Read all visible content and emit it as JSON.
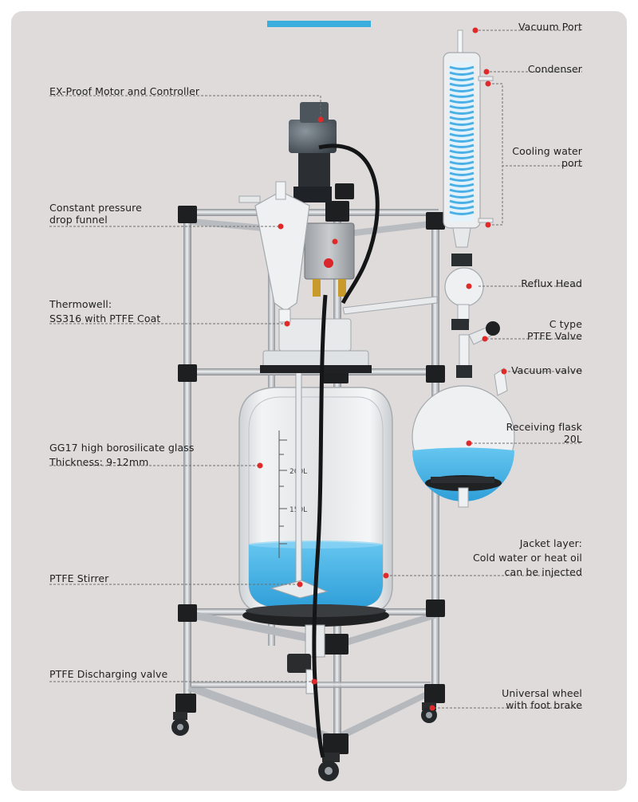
{
  "accent_bar_color": "#3aaedc",
  "liquid_color": "#3fb0e6",
  "coil_color": "#5ab8e8",
  "frame_color": "#a9adb1",
  "callout_dot_color": "#e02a2a",
  "labels": {
    "vacuum_port": "Vacuum Port",
    "condenser": "Condenser",
    "motor": "EX-Proof Motor and Controller",
    "cooling_1": "Cooling water",
    "cooling_2": "port",
    "funnel_1": "Constant pressure",
    "funnel_2": "drop funnel",
    "reflux_head": "Reflux Head",
    "thermowell_1": "Thermowell:",
    "thermowell_2": "SS316 with PTFE Coat",
    "valve_1": "C type",
    "valve_2": "PTFE Valve",
    "vacuum_valve": "Vacuum valve",
    "flask_1": "Receiving flask",
    "flask_2": "20L",
    "glass_1": "GG17 high borosilicate glass",
    "glass_2": "Thickness: 9-12mm",
    "jacket_1": "Jacket layer:",
    "jacket_2": "Cold water or heat oil",
    "jacket_3": "can be injected",
    "stirrer": "PTFE Stirrer",
    "discharge": "PTFE Discharging valve",
    "wheel_1": "Universal wheel",
    "wheel_2": "with foot brake"
  },
  "vessel_scale": {
    "mark_200": "200L",
    "mark_150": "150L"
  }
}
